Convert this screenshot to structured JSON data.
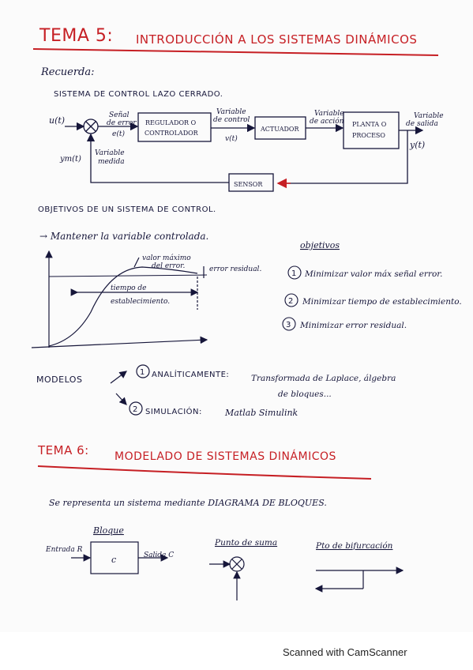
{
  "tema5": {
    "number": "TEMA 5:",
    "title": "INTRODUCCIÓN A LOS SISTEMAS DINÁMICOS"
  },
  "recuerda": "Recuerda:",
  "lazo_title": "SISTEMA DE CONTROL LAZO CERRADO.",
  "block_diagram": {
    "input": "u(t)",
    "error_label_1": "Señal",
    "error_label_2": "de error",
    "error_var": "e(t)",
    "controller_1": "REGULADOR O",
    "controller_2": "CONTROLADOR",
    "control_var_1": "Variable",
    "control_var_2": "de control",
    "control_var_3": "v(t)",
    "actuator": "ACTUADOR",
    "action_var_1": "Variable",
    "action_var_2": "de acción",
    "plant_1": "PLANTA O",
    "plant_2": "PROCESO",
    "output_var_1": "Variable",
    "output_var_2": "de salida",
    "output": "y(t)",
    "measured_1": "Variable",
    "measured_2": "medida",
    "measured": "ym(t)",
    "sensor": "SENSOR"
  },
  "objetivos_heading": "OBJETIVOS DE UN SISTEMA DE CONTROL.",
  "mantener": "→ Mantener la variable controlada.",
  "response_plot": {
    "max_error_1": "valor máximo",
    "max_error_2": "del error.",
    "residual": "error residual.",
    "settling_1": "tiempo de",
    "settling_2": "establecimiento."
  },
  "objetivos": {
    "title": "objetivos",
    "items": [
      {
        "num": "1",
        "text": "Minimizar valor máx señal error."
      },
      {
        "num": "2",
        "text": "Minimizar tiempo de establecimiento."
      },
      {
        "num": "3",
        "text": "Minimizar error residual."
      }
    ]
  },
  "modelos": {
    "label": "MODELOS",
    "a_num": "1",
    "a_title": "ANALÍTICAMENTE:",
    "a_text": "Transformada de Laplace, álgebra",
    "a_text2": "de bloques...",
    "b_num": "2",
    "b_title": "SIMULACIÓN:",
    "b_text": "Matlab Simulink"
  },
  "tema6": {
    "number": "TEMA 6:",
    "title": "MODELADO DE SISTEMAS DINÁMICOS"
  },
  "represent": "Se representa un sistema mediante DIAGRAMA DE BLOQUES.",
  "bottom": {
    "bloque": "Bloque",
    "entrada": "Entrada R",
    "block_c": "c",
    "salida": "Salida C",
    "punto_suma": "Punto de suma",
    "bifurcacion": "Pto de bifurcación"
  },
  "footer": "Scanned with CamScanner",
  "colors": {
    "red": "#c61f24",
    "ink": "#16163a",
    "paper": "#fbfbfb"
  }
}
